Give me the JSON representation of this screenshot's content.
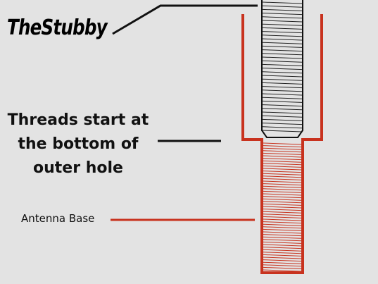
{
  "labels": {
    "brand": "TheStubby",
    "threads_note": "Threads start at the bottom of outer hole",
    "antenna_base": "Antenna Base"
  },
  "colors": {
    "background": "#e3e3e3",
    "stubby": "#111111",
    "base": "#c8321e"
  }
}
